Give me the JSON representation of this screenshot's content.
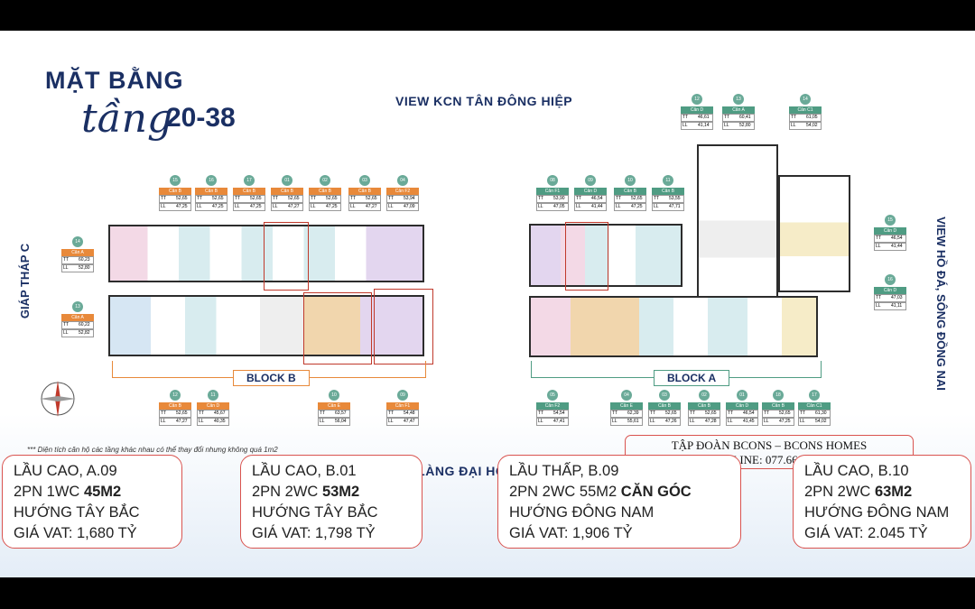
{
  "header": {
    "title": "MẶT BẰNG",
    "floor_word": "tầng",
    "floor_range": "20-38"
  },
  "views": {
    "top": "VIEW KCN TÂN ĐÔNG HIỆP",
    "bottom": "VIEW LÀNG ĐẠI HỌC QUỐC GIA",
    "left": "GIÁP THÁP C",
    "right": "VIEW HỒ ĐÁ, SÔNG ĐỒNG NAI"
  },
  "blocks": {
    "b": "BLOCK B",
    "a": "BLOCK A"
  },
  "note": "*** Diện tích căn hộ các tầng khác nhau có thể thay đổi nhưng không quá 1m2",
  "contact": {
    "company": "TẬP ĐOÀN BCONS – BCONS HOMES",
    "hotline": "HOTLINE: 077.669.8686"
  },
  "unit_tags": [
    {
      "num": "15",
      "type": "Căn B",
      "tt": "52,65",
      "ll": "47,25"
    },
    {
      "num": "16",
      "type": "Căn B",
      "tt": "52,65",
      "ll": "47,25"
    },
    {
      "num": "17",
      "type": "Căn B",
      "tt": "52,65",
      "ll": "47,25"
    },
    {
      "num": "01",
      "type": "Căn B",
      "tt": "52,65",
      "ll": "47,27"
    },
    {
      "num": "02",
      "type": "Căn B",
      "tt": "52,65",
      "ll": "47,25"
    },
    {
      "num": "03",
      "type": "Căn B",
      "tt": "52,65",
      "ll": "47,27"
    },
    {
      "num": "04",
      "type": "Căn F2",
      "tt": "53,94",
      "ll": "47,09"
    },
    {
      "num": "14",
      "type": "Căn A",
      "tt": "60,23",
      "ll": "52,80"
    },
    {
      "num": "13",
      "type": "Căn A",
      "tt": "60,22",
      "ll": "52,82"
    },
    {
      "num": "12",
      "type": "Căn B",
      "tt": "52,65",
      "ll": "47,27"
    },
    {
      "num": "11",
      "type": "Căn D",
      "tt": "45,67",
      "ll": "40,35"
    },
    {
      "num": "10",
      "type": "Căn E",
      "tt": "63,57",
      "ll": "56,04"
    },
    {
      "num": "09",
      "type": "Căn F1",
      "tt": "54,48",
      "ll": "47,47"
    },
    {
      "num": "08",
      "type": "Căn F1",
      "tt": "53,90",
      "ll": "47,05"
    },
    {
      "num": "09",
      "type": "Căn D",
      "tt": "46,54",
      "ll": "41,44"
    },
    {
      "num": "10",
      "type": "Căn B",
      "tt": "52,65",
      "ll": "47,25"
    },
    {
      "num": "11",
      "type": "Căn B",
      "tt": "53,55",
      "ll": "47,71"
    },
    {
      "num": "12",
      "type": "Căn D",
      "tt": "46,61",
      "ll": "41,14"
    },
    {
      "num": "13",
      "type": "Căn A",
      "tt": "60,41",
      "ll": "52,80"
    },
    {
      "num": "14",
      "type": "Căn C1",
      "tt": "61,05",
      "ll": "54,02"
    },
    {
      "num": "15",
      "type": "Căn D",
      "tt": "46,54",
      "ll": "41,44"
    },
    {
      "num": "16",
      "type": "Căn D",
      "tt": "47,03",
      "ll": "41,11"
    },
    {
      "num": "05",
      "type": "Căn F2",
      "tt": "54,54",
      "ll": "47,41"
    },
    {
      "num": "04",
      "type": "Căn E",
      "tt": "62,39",
      "ll": "55,61"
    },
    {
      "num": "03",
      "type": "Căn B",
      "tt": "52,65",
      "ll": "47,26"
    },
    {
      "num": "02",
      "type": "Căn B",
      "tt": "52,65",
      "ll": "47,28"
    },
    {
      "num": "01",
      "type": "Căn D",
      "tt": "46,54",
      "ll": "41,45"
    },
    {
      "num": "18",
      "type": "Căn B",
      "tt": "52,65",
      "ll": "47,25"
    },
    {
      "num": "17",
      "type": "Căn C1",
      "tt": "61,30",
      "ll": "54,02"
    }
  ],
  "tag_labels": {
    "tt": "TT",
    "ll": "LL"
  },
  "cards": [
    {
      "l1": "LẦU CAO, A.09",
      "l2a": "2PN 1WC ",
      "l2b": "45M2",
      "l3": "HƯỚNG TÂY BẮC",
      "l4": "GIÁ VAT: 1,680 TỶ"
    },
    {
      "l1": "LẦU CAO, B.01",
      "l2a": "2PN 2WC ",
      "l2b": "53M2",
      "l3": "HƯỚNG TÂY BẮC",
      "l4": "GIÁ VAT: 1,798 TỶ"
    },
    {
      "l1": "LẦU THẤP, B.09",
      "l2a": "2PN 2WC 55M2 ",
      "l2b": "CĂN GÓC",
      "l3": "HƯỚNG ĐÔNG NAM",
      "l4": "GIÁ VAT: 1,906 TỶ"
    },
    {
      "l1": "LẦU CAO, B.10",
      "l2a": "2PN 2WC ",
      "l2b": "63M2",
      "l3": "HƯỚNG ĐÔNG NAM",
      "l4": "GIÁ VAT: 2.045 TỶ"
    }
  ],
  "colors": {
    "navy": "#1a2f63",
    "orange": "#e8893a",
    "green": "#4f9c83",
    "card_border": "#d9534f"
  }
}
